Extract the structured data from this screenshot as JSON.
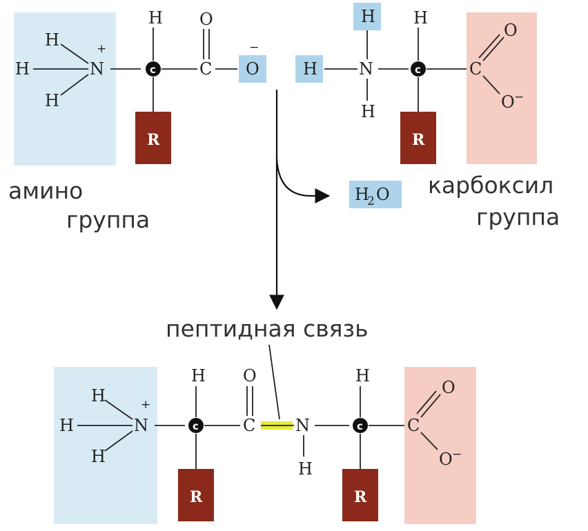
{
  "labels": {
    "amino_line1": "амино",
    "amino_line2": "группа",
    "carboxyl_line1": "карбоксил",
    "carboxyl_line2": "группа",
    "peptide_bond": "пептидная связь"
  },
  "atoms": {
    "H": "H",
    "N": "N",
    "C": "C",
    "O": "O",
    "R": "R",
    "plus": "+",
    "minus": "−",
    "water_h": "H",
    "water_sub": "2",
    "water_o": "O"
  },
  "colors": {
    "amino_box": "#d8ebf5",
    "carboxyl_box": "#f5cdc2",
    "highlight_box": "#aed4ec",
    "r_box": "#8b2a1a",
    "peptide_highlight": "#e6ec3c",
    "alpha_carbon": "#111111"
  }
}
